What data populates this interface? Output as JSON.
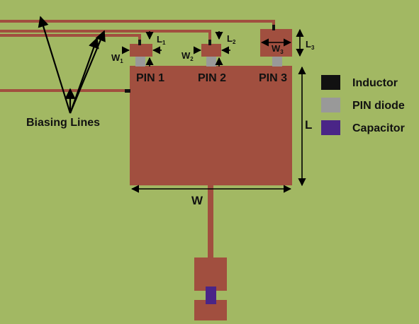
{
  "colors": {
    "background": "#a2b863",
    "copper": "#a14f3f",
    "inductor": "#111111",
    "pin_diode": "#999999",
    "capacitor": "#4a2587",
    "line": "#000000"
  },
  "labels": {
    "biasing_lines": "Biasing Lines",
    "pin1": "PIN 1",
    "pin2": "PIN 2",
    "pin3": "PIN 3",
    "dim_W": "W",
    "dim_L": "L",
    "W1": {
      "main": "W",
      "sub": "1"
    },
    "W2": {
      "main": "W",
      "sub": "2"
    },
    "W3": {
      "main": "W",
      "sub": "3"
    },
    "L1": {
      "main": "L",
      "sub": "1"
    },
    "L2": {
      "main": "L",
      "sub": "2"
    },
    "L3": {
      "main": "L",
      "sub": "3"
    }
  },
  "legend": [
    {
      "label": "Inductor",
      "color_key": "inductor"
    },
    {
      "label": "PIN diode",
      "color_key": "pin_diode"
    },
    {
      "label": "Capacitor",
      "color_key": "capacitor"
    }
  ]
}
